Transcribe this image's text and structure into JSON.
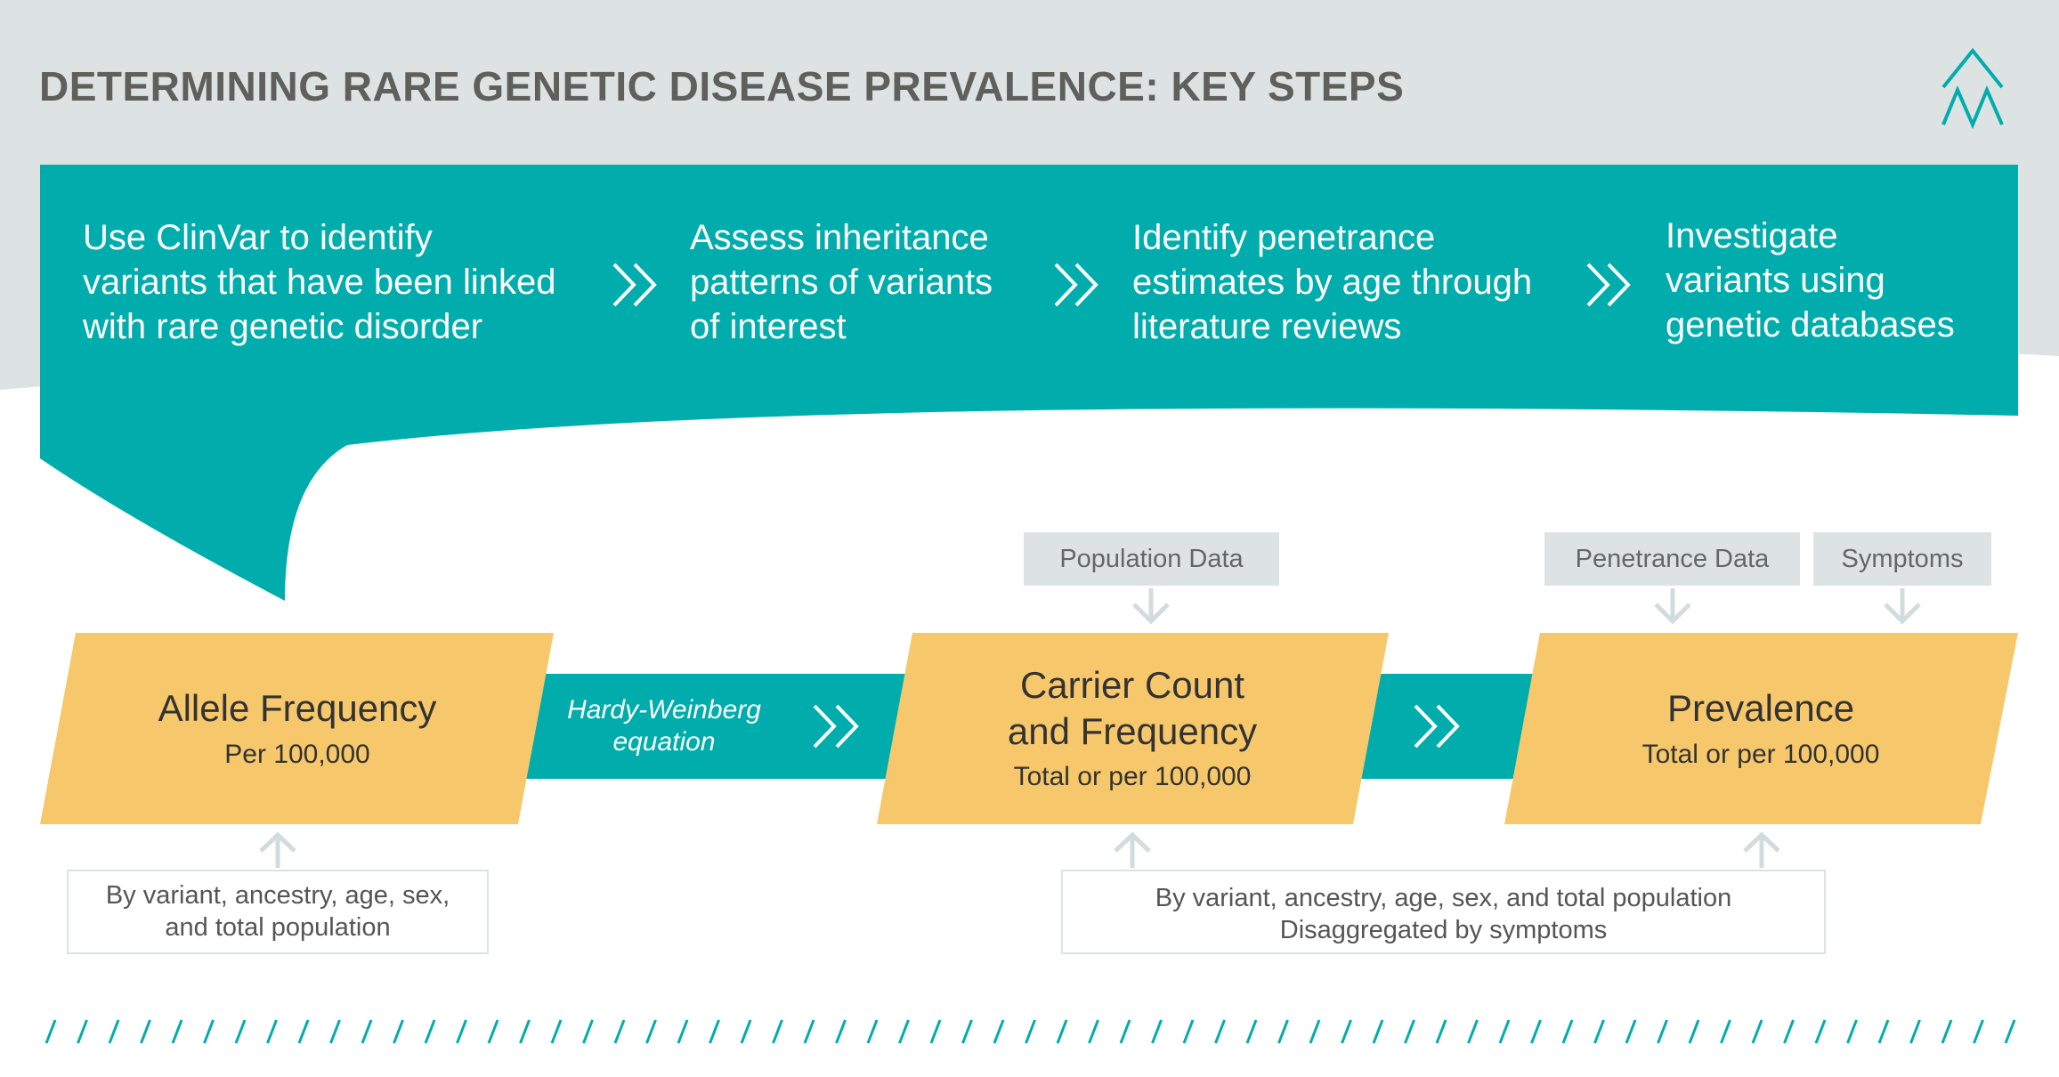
{
  "title": "DETERMINING RARE GENETIC DISEASE PREVALENCE: KEY STEPS",
  "colors": {
    "header_bg": "#dde3e3",
    "teal": "#00adac",
    "gold": "#f7c86b",
    "tag_bg": "#dde3e3",
    "arrow_light": "#d1dcdc",
    "text_dark": "#333333",
    "title_text": "#5f5f5c",
    "white": "#ffffff"
  },
  "logo": {
    "icon": "peak-logo-icon"
  },
  "steps": [
    {
      "lines": [
        "Use ClinVar to identify",
        "variants that have been linked",
        "with rare genetic disorder"
      ]
    },
    {
      "lines": [
        "Assess inheritance",
        "patterns of variants",
        "of interest"
      ]
    },
    {
      "lines": [
        "Identify penetrance",
        "estimates by age through",
        "literature reviews"
      ]
    },
    {
      "lines": [
        "Investigate",
        "variants using",
        "genetic databases"
      ]
    }
  ],
  "step_arrow_icon": "double-chevron-right-icon",
  "flow": {
    "allele": {
      "title": "Allele Frequency",
      "subtitle": "Per 100,000"
    },
    "hardy_weinberg": {
      "lines": [
        "Hardy-Weinberg",
        "equation"
      ]
    },
    "carrier": {
      "title_lines": [
        "Carrier Count",
        "and Frequency"
      ],
      "subtitle": "Total or per 100,000"
    },
    "prevalence": {
      "title": "Prevalence",
      "subtitle": "Total or per 100,000"
    }
  },
  "inputs": {
    "population_data": "Population Data",
    "penetrance_data": "Penetrance Data",
    "symptoms": "Symptoms"
  },
  "notes": {
    "allele": [
      "By variant, ancestry, age, sex,",
      "and total population"
    ],
    "carrier_prevalence": [
      "By variant, ancestry, age, sex, and total population",
      "Disaggregated by symptoms"
    ]
  }
}
